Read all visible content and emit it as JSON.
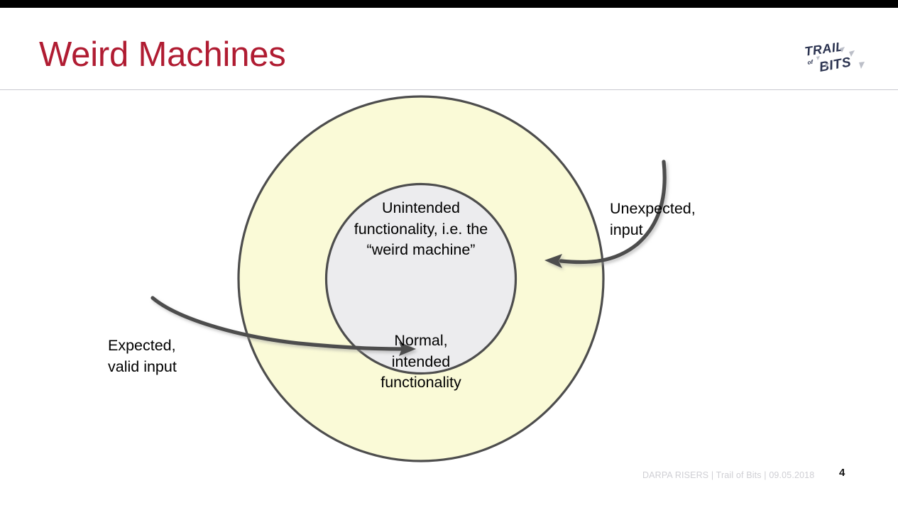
{
  "slide": {
    "title": "Weird Machines",
    "title_color": "#B01C32",
    "background": "#ffffff",
    "top_band_color": "#000000"
  },
  "logo": {
    "name": "trail-of-bits-logo",
    "line1": "TRAIL",
    "line2": "of",
    "line3": "BITS",
    "color": "#2b3350"
  },
  "diagram": {
    "outer_circle": {
      "label": "Unintended\nfunctionality, i.e. the\n“weird machine”",
      "lines": [
        "Unintended",
        "functionality, i.e. the",
        "“weird machine”"
      ],
      "fill": "#FAFAD7",
      "stroke": "#4d4d4d"
    },
    "inner_circle": {
      "label": "Normal,\nintended\nfunctionality",
      "lines": [
        "Normal,",
        "intended",
        "functionality"
      ],
      "fill": "#ECECEE",
      "stroke": "#4d4d4d"
    },
    "arrows": [
      {
        "name": "expected-input-arrow",
        "label_lines": [
          "Expected,",
          "valid input"
        ],
        "direction": "inward-left",
        "target": "inner_circle",
        "color": "#4d4d4d"
      },
      {
        "name": "unexpected-input-arrow",
        "label_lines": [
          "Unexpected,",
          "input"
        ],
        "direction": "inward-right",
        "target": "outer_circle",
        "color": "#4d4d4d"
      }
    ]
  },
  "footer": {
    "text": "DARPA RISERS  |  Trail of Bits  |   09.05.2018",
    "page_number": "4",
    "color": "#cfcfd4"
  }
}
